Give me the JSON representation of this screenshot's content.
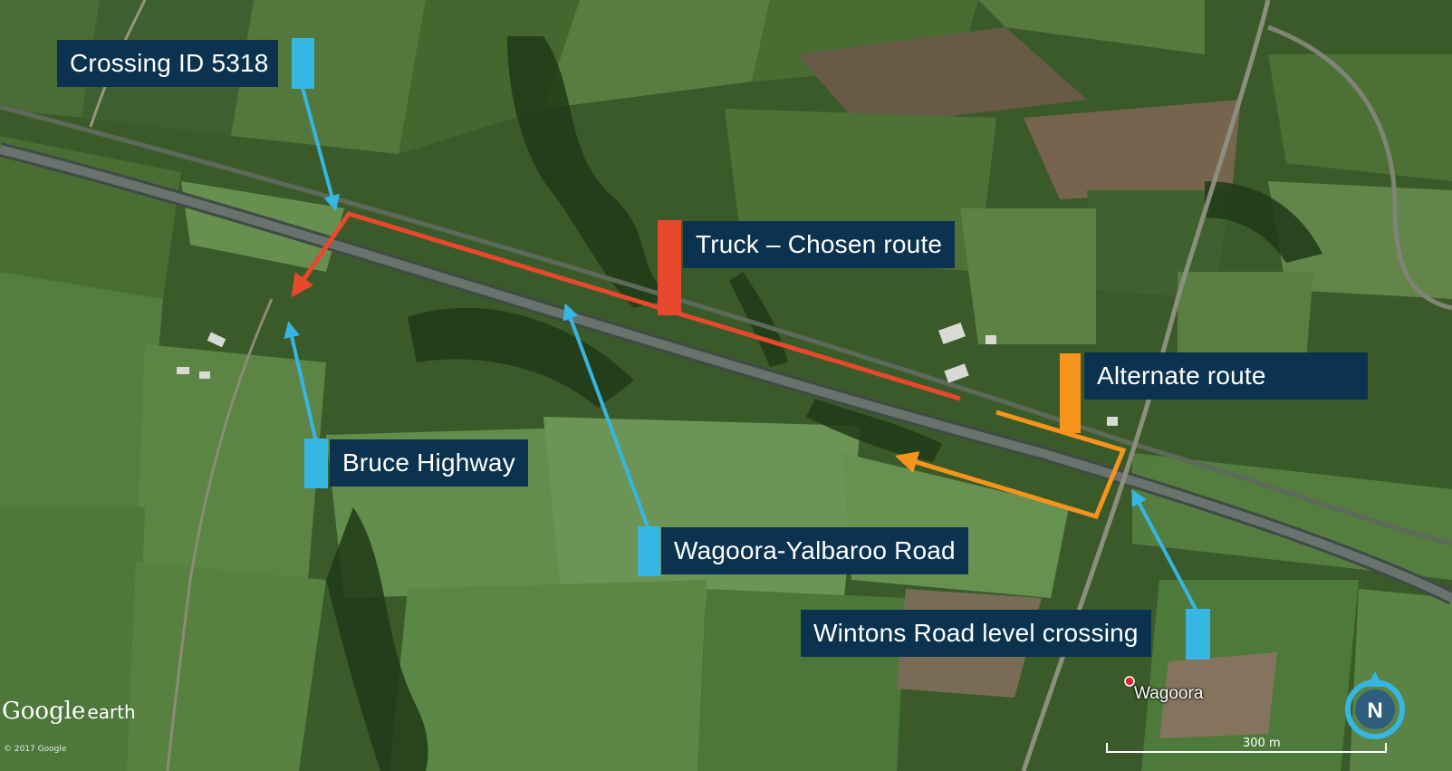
{
  "labels": {
    "crossing_id": "Crossing ID 5318",
    "truck_route": "Truck – Chosen route",
    "alternate_route": "Alternate route",
    "bruce_highway": "Bruce Highway",
    "wagoora_road": "Wagoora-Yalbaroo Road",
    "wintons_crossing": "Wintons Road level crossing"
  },
  "place_name": "Wagoora",
  "attribution": {
    "brand_google": "Google",
    "brand_earth": "earth",
    "copyright": "© 2017 Google"
  },
  "scale_label": "300 m",
  "compass_letter": "N",
  "colors": {
    "callout_bg": "#0b3350",
    "callout_text": "#ffffff",
    "accent_blue": "#36b6e2",
    "route_red": "#e8482c",
    "route_orange": "#f7941d"
  },
  "icons": [
    "compass-north-icon",
    "place-pin-icon"
  ]
}
